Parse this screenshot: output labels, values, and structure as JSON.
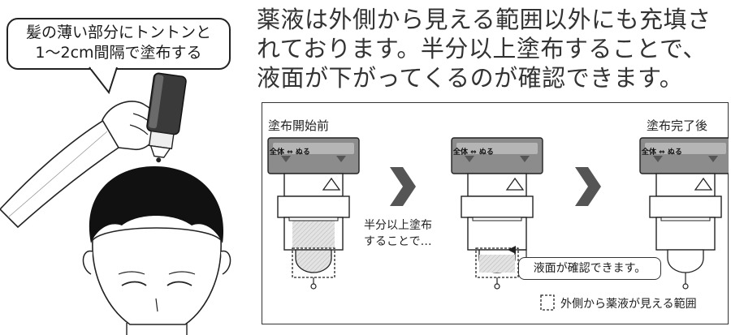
{
  "bubble": {
    "line1": "髪の薄い部分にトントンと",
    "line2": "1〜2cm間隔で塗布する"
  },
  "caption": {
    "line1": "薬液は外側から見える範囲以外にも充填さ",
    "line2": "れております。半分以上塗布することで、",
    "line3": "液面が下がってくるのが確認できます。"
  },
  "diagram": {
    "before_label": "塗布開始前",
    "after_label": "塗布完了後",
    "step_note_line1": "半分以上塗布",
    "step_note_line2": "することで…",
    "callout": "液面が確認できます。",
    "legend": "外側から薬液が見える範囲",
    "cap_label_left": "全体",
    "cap_label_arrow": "⇔",
    "cap_label_right": "ぬる"
  },
  "colors": {
    "line": "#222222",
    "cap": "#8a8a8a",
    "hair": "#111111",
    "arrow": "#555555"
  }
}
